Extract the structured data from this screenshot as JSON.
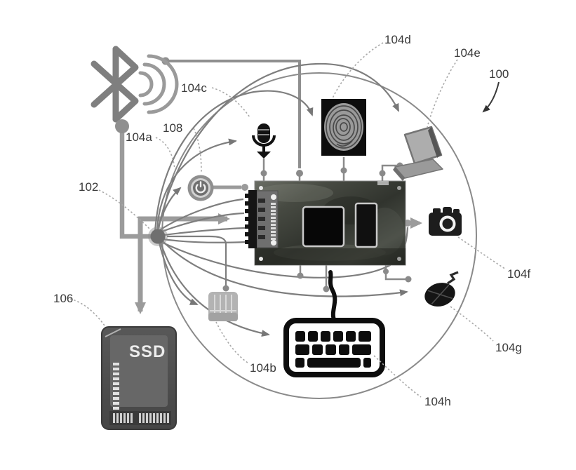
{
  "figure": {
    "type": "patent-style system diagram",
    "labels": {
      "system": "100",
      "hub": "102",
      "bluetooth": "104a",
      "memory_card": "104b",
      "microphone": "104c",
      "fingerprint_sensor": "104d",
      "laptop": "104e",
      "camera": "104f",
      "mouse": "104g",
      "keyboard": "104h",
      "ssd": "106",
      "power_button": "108"
    },
    "ssd_text": "SSD",
    "icons": [
      "bluetooth-icon",
      "power-button-icon",
      "microphone-icon",
      "fingerprint-icon",
      "laptop-icon",
      "camera-icon",
      "mouse-icon",
      "keyboard-icon",
      "memory-card-icon",
      "ssd-icon",
      "motherboard-image"
    ],
    "colors": {
      "thick_line": "#9b9b9b",
      "thin_line": "#7e7e7e",
      "leader_line": "#a8a8a8",
      "icon_dark": "#141414",
      "label_text": "#3a3a3a",
      "board_dark": "#3c4039",
      "background": "#ffffff"
    }
  }
}
